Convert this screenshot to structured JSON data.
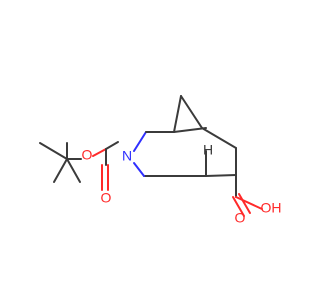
{
  "molecule": {
    "atoms": {
      "carbonyl_o_left": "O",
      "ester_o": "O",
      "ring_n": "N",
      "bridgehead_h": "H",
      "carbonyl_o_right": "O",
      "hydroxyl": "OH"
    },
    "colors": {
      "bond": "#3b3b3b",
      "oxygen": "#ff2a2a",
      "nitrogen": "#2f2fff"
    }
  }
}
